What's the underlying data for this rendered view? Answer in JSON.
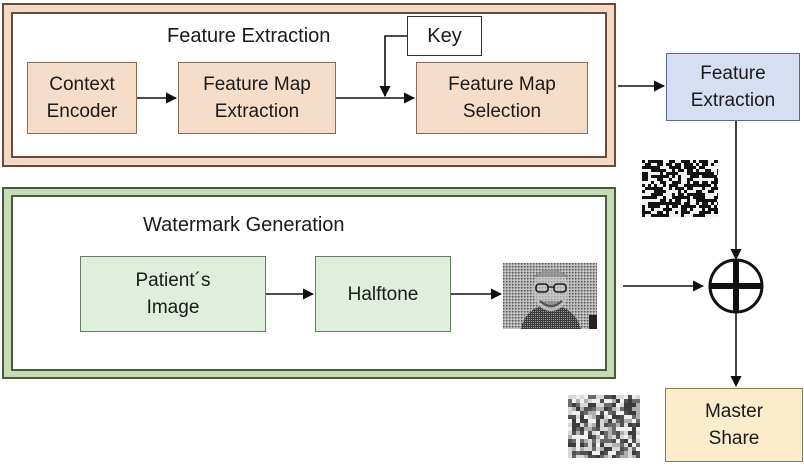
{
  "feature_extraction_group": {
    "title": "Feature Extraction",
    "context_encoder": "Context\nEncoder",
    "feature_map_extraction": "Feature Map\nExtraction",
    "feature_map_selection": "Feature Map\nSelection",
    "key": "Key"
  },
  "watermark_group": {
    "title": "Watermark Generation",
    "patients_image": "Patient´s\nImage",
    "halftone": "Halftone"
  },
  "feature_extraction_output": "Feature\nExtraction",
  "master_share": "Master\nShare",
  "colors": {
    "peach_box": "#f6ddca",
    "green_box": "#dfeedd",
    "blue_box": "#d6dff2",
    "cream_box": "#fbeccb"
  }
}
